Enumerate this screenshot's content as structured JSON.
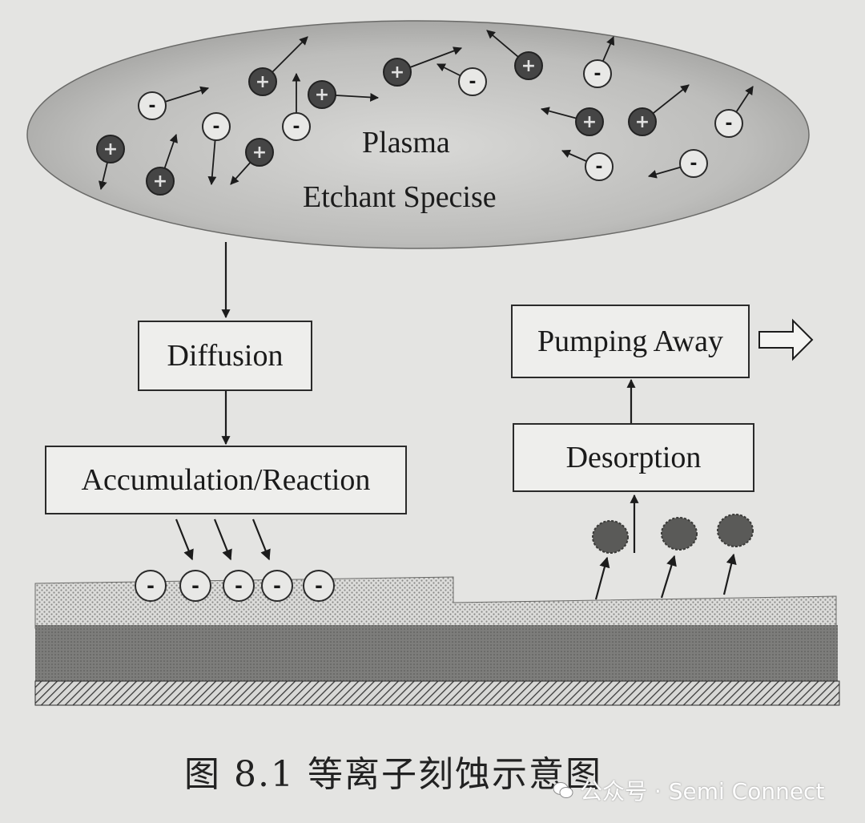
{
  "plasma": {
    "title": "Plasma",
    "subtitle": "Etchant Specise"
  },
  "process_boxes": {
    "diffusion": "Diffusion",
    "accumulation": "Accumulation/Reaction",
    "desorption": "Desorption",
    "pumping": "Pumping Away"
  },
  "particle_signs": {
    "positive": "+",
    "negative": "-"
  },
  "caption": "图 8.1  等离子刻蚀示意图",
  "watermark": {
    "text": "公众号 · Semi Connect",
    "icon": "wechat-icon"
  },
  "colors": {
    "background": "#e4e4e2",
    "ink": "#1c1c1c",
    "box_fill": "#eeeeec",
    "positive_particle": "#454545",
    "negative_particle": "#e8e8e6"
  }
}
